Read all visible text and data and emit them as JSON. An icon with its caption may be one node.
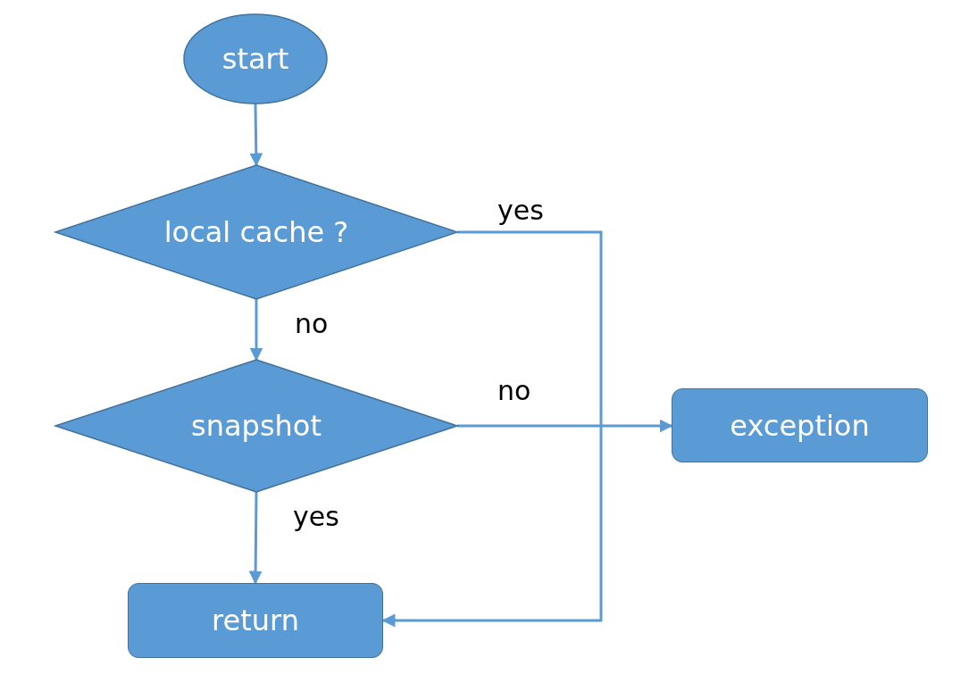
{
  "diagram": {
    "nodes": [
      {
        "text": [
          "start"
        ]
      },
      {
        "text": [
          "local cache ?"
        ]
      },
      {
        "text": [
          "snapshot"
        ]
      },
      {
        "text": [
          "exception"
        ]
      },
      {
        "text": [
          "return"
        ]
      }
    ],
    "edges": [
      {
        "from": 0,
        "to": 1,
        "arrow": "to"
      },
      {
        "from": 1,
        "to": 4,
        "arrow": "to",
        "label": "yes"
      },
      {
        "from": 1,
        "to": 2,
        "arrow": "to",
        "label": "no"
      },
      {
        "from": 2,
        "to": 3,
        "arrow": "to",
        "label": "no"
      },
      {
        "from": 2,
        "to": 4,
        "arrow": "to",
        "label": "yes"
      }
    ]
  }
}
